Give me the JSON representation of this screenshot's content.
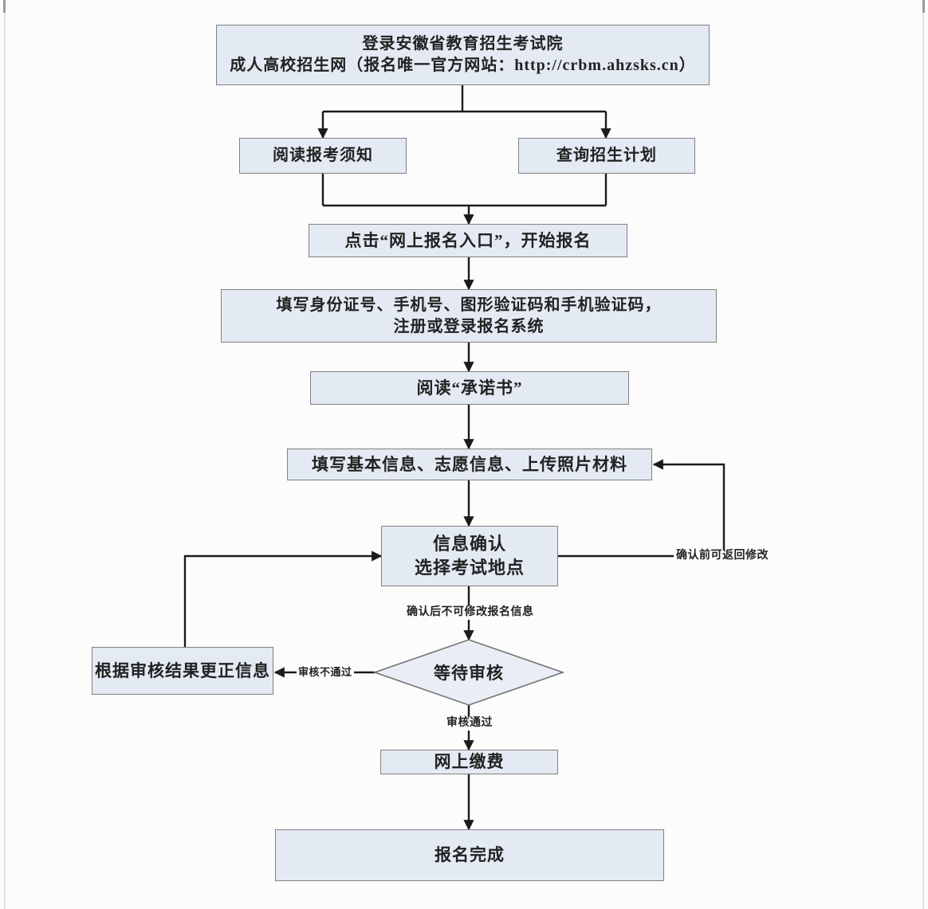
{
  "page": {
    "background": "#fcfcfc",
    "box_fill": "#e4eaf3",
    "box_border": "#808080",
    "line_color": "#1b1b1b",
    "text_color": "#222222"
  },
  "nodes": {
    "login": {
      "line1": "登录安徽省教育招生考试院",
      "line2": "成人高校招生网（报名唯一官方网站：http://crbm.ahzsks.cn）"
    },
    "read_notice": {
      "label": "阅读报考须知"
    },
    "query_plan": {
      "label": "查询招生计划"
    },
    "click_entry": {
      "label": "点击“网上报名入口”，开始报名"
    },
    "register": {
      "line1": "填写身份证号、手机号、图形验证码和手机验证码，",
      "line2": "注册或登录报名系统"
    },
    "read_promise": {
      "label": "阅读“承诺书”"
    },
    "fill_info": {
      "label": "填写基本信息、志愿信息、上传照片材料"
    },
    "confirm": {
      "line1": "信息确认",
      "line2": "选择考试地点"
    },
    "correct_info": {
      "label": "根据审核结果更正信息"
    },
    "wait_review": {
      "label": "等待审核"
    },
    "pay_online": {
      "label": "网上缴费"
    },
    "done": {
      "label": "报名完成"
    }
  },
  "edge_labels": {
    "before_confirm": "确认前可返回修改",
    "after_confirm": "确认后不可修改报名信息",
    "review_fail": "审核不通过",
    "review_pass": "审核通过"
  }
}
